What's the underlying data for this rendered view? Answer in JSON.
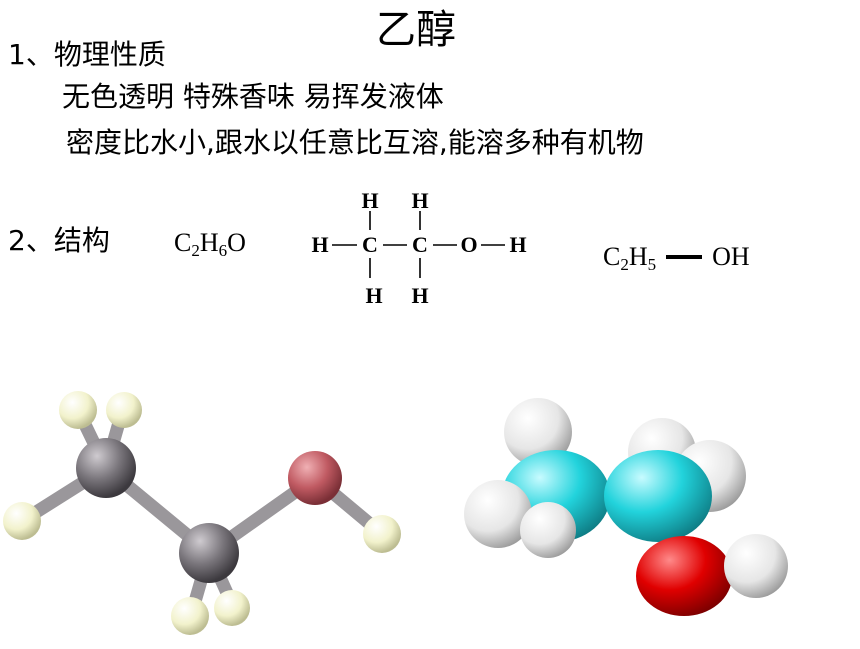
{
  "title": "乙醇",
  "section1": {
    "heading": "1、物理性质",
    "line1": "无色透明  特殊香味  易挥发液体",
    "line2": "密度比水小,跟水以任意比互溶,能溶多种有机物"
  },
  "section2": {
    "heading": "2、结构",
    "molecular_formula": {
      "c": "C",
      "c_sub": "2",
      "h": "H",
      "h_sub": "6",
      "o": "O"
    },
    "structural_formula": {
      "top_h1": "H",
      "top_h2": "H",
      "left_h": "H",
      "c1": "C",
      "c2": "C",
      "o": "O",
      "oh_h": "H",
      "bottom_h1": "H",
      "bottom_h2": "H"
    },
    "condensed_formula": {
      "left": "C",
      "left_sub": "2",
      "h": "H",
      "h_sub": "5",
      "right": "OH"
    }
  },
  "colors": {
    "ball_stick_carbon": "#7a767c",
    "ball_stick_hydrogen": "#f2f2cc",
    "ball_stick_oxygen": "#c05a62",
    "space_fill_carbon": "#22d3dc",
    "space_fill_hydrogen": "#e6e6e6",
    "space_fill_oxygen": "#e00000"
  }
}
